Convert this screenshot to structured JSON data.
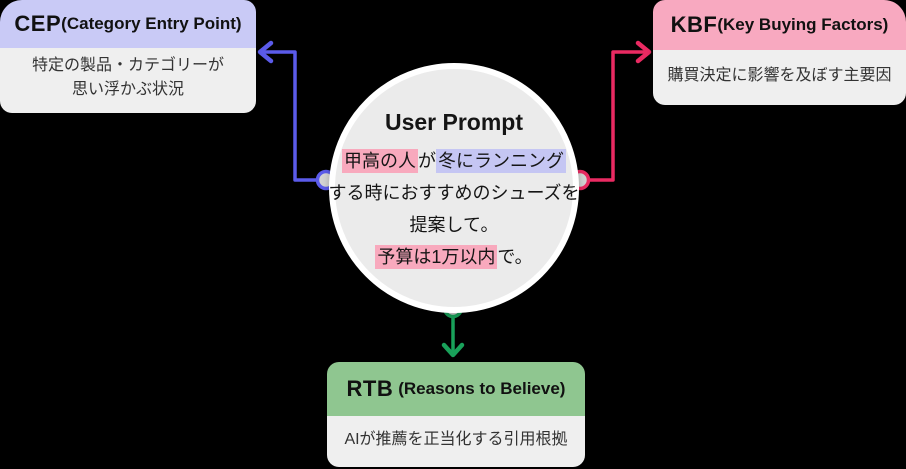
{
  "colors": {
    "cep-header": "#c9caf6",
    "kbf-header": "#f8a9c0",
    "rtb-header": "#8fc690",
    "card-body": "#efefef",
    "circle-fill": "#ebebeb",
    "cep-arrow": "#5b5bea",
    "kbf-arrow": "#ea2a62",
    "rtb-arrow": "#19a15a",
    "highlight-pink": "#f8a9bd",
    "highlight-lavender": "#c5c6f3",
    "dot-fill": "#d4d4d4"
  },
  "cards": {
    "cep": {
      "abbr": "CEP",
      "full": "(Category Entry Point)",
      "desc_line1": "特定の製品・カテゴリーが",
      "desc_line2": "思い浮かぶ状況"
    },
    "kbf": {
      "abbr": "KBF",
      "full": "(Key Buying Factors)",
      "desc": "購買決定に影響を及ぼす主要因"
    },
    "rtb": {
      "abbr": "RTB",
      "full": "(Reasons to Believe)",
      "desc": "AIが推薦を正当化する引用根拠"
    }
  },
  "prompt": {
    "title": "User Prompt",
    "line1": {
      "pink": "甲高の人",
      "plain": "が",
      "lavender": "冬にランニング"
    },
    "line2": "する時におすすめのシューズを",
    "line3": "提案して。",
    "line4": {
      "pink": "予算は1万以内",
      "plain": "で。"
    }
  }
}
